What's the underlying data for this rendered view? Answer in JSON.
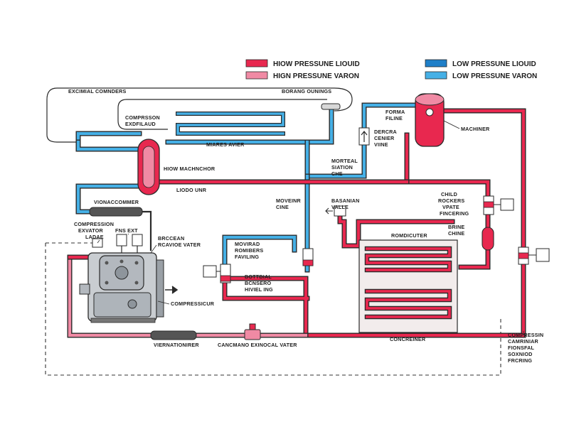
{
  "colors": {
    "high_pressure_liquid": "#e8284f",
    "high_pressure_vapor": "#f08aa4",
    "low_pressure_liquid": "#1f7fc8",
    "low_pressure_vapor": "#45b0e6",
    "pipe_outline": "#2a2a2a"
  },
  "legend": [
    {
      "label": "HIOW PRESSUNE LIOUID",
      "color": "#e8284f"
    },
    {
      "label": "HIGN PRESSUNE VARON",
      "color": "#f08aa4"
    },
    {
      "label": "LOW PRESSUNE LIOUID",
      "color": "#1f7fc8"
    },
    {
      "label": "LOW PRESSUNE VARON",
      "color": "#45b0e6"
    }
  ],
  "labels": {
    "external_condensers": "EXCIMIAL COMNDERS",
    "boiling_outlets": "BORANG OUNINGS",
    "compression_exhaust": [
      "COMPRSSON",
      "EXDFILAUD"
    ],
    "main_receiver": "MIARES AVIER",
    "high_machine": "HIOW MACHNCHOR",
    "liquid_line": "LIODO UNR",
    "vion_accumulator": "VIONACCOMMER",
    "compression_relief": [
      "COMPRESSION",
      "EXVATOR",
      "LADAE"
    ],
    "gauges_small": "FNS EXT",
    "receiver_relief_valve": [
      "BRCCEAN",
      "RCAVIOE VATER"
    ],
    "compressor": "COMPRESSICUR",
    "vent_tube_left": "VIERNATIONIRER",
    "cancman_exhaust_valve": "CANCMANO EXINOCAL VATER",
    "moving_line": [
      "MOVEINR",
      "CINE"
    ],
    "moving_rockers": [
      "MOVIRAD",
      "ROMIBERS",
      "FAVILING"
    ],
    "bottom_rockers": [
      "BOTTBIAL",
      "BCNSERO",
      "HIVIEL ING"
    ],
    "terminal_filter": [
      "FORMA",
      "FILINE"
    ],
    "direct_valve": [
      "DERCRA",
      "CENIER",
      "VIINE"
    ],
    "material_station": [
      "MORTEAL",
      "SIATION",
      "CHE"
    ],
    "machiner": "MACHINER",
    "basanian_valve": [
      "BASANIAN",
      "VALLE"
    ],
    "condenser_top": "ROMDICUTER",
    "chilled_rockers": [
      "CHILD",
      "ROCKERS",
      "VPATE",
      "FINCERING"
    ],
    "brine_line": [
      "BRINE",
      "CHINE"
    ],
    "condenser": "CONCREINER",
    "compression_channel": [
      "COMPRESSIN",
      "CAMRINIAR",
      "FIONSFAL",
      "SOXNIOD",
      "FRCRING"
    ]
  }
}
